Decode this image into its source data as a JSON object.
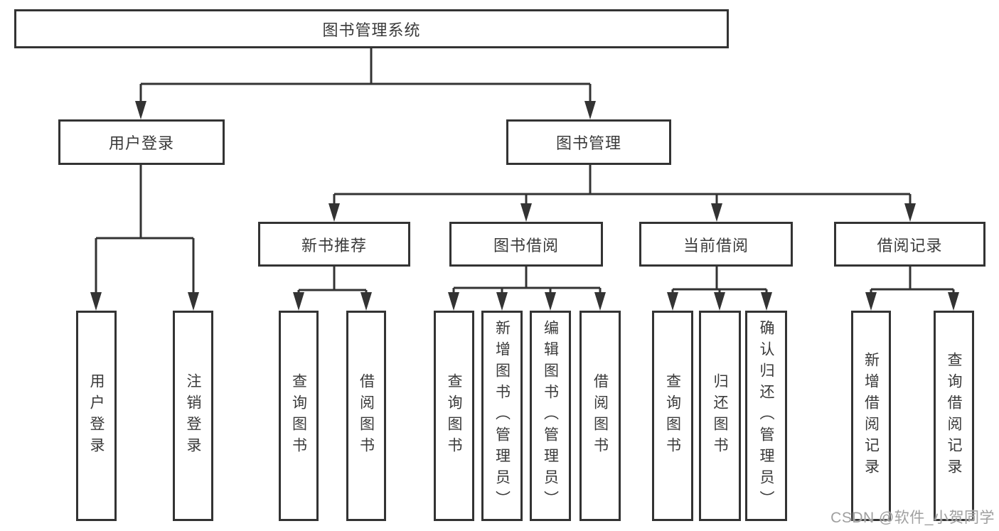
{
  "colors": {
    "line": "#333333",
    "text": "#3a3a3a",
    "background": "#ffffff",
    "watermark": "#9f9f9f"
  },
  "watermark": {
    "text": "CSDN @软件_小贺同学"
  },
  "tree": {
    "root": {
      "label": "图书管理系统"
    },
    "level2": [
      {
        "label": "用户登录",
        "parent": "图书管理系统"
      },
      {
        "label": "图书管理",
        "parent": "图书管理系统"
      }
    ],
    "level3": [
      {
        "label": "新书推荐",
        "parent": "图书管理"
      },
      {
        "label": "图书借阅",
        "parent": "图书管理"
      },
      {
        "label": "当前借阅",
        "parent": "图书管理"
      },
      {
        "label": "借阅记录",
        "parent": "图书管理"
      }
    ],
    "level4": [
      {
        "label": "用户登录",
        "parent": "用户登录"
      },
      {
        "label": "注销登录",
        "parent": "用户登录"
      },
      {
        "label": "查询图书",
        "parent": "新书推荐"
      },
      {
        "label": "借阅图书",
        "parent": "新书推荐"
      },
      {
        "label": "查询图书",
        "parent": "图书借阅"
      },
      {
        "label": "新增图书（管理员）",
        "parent": "图书借阅"
      },
      {
        "label": "编辑图书（管理员）",
        "parent": "图书借阅"
      },
      {
        "label": "借阅图书",
        "parent": "图书借阅"
      },
      {
        "label": "查询图书",
        "parent": "当前借阅"
      },
      {
        "label": "归还图书",
        "parent": "当前借阅"
      },
      {
        "label": "确认归还（管理员）",
        "parent": "当前借阅"
      },
      {
        "label": "新增借阅记录",
        "parent": "借阅记录"
      },
      {
        "label": "查询借阅记录",
        "parent": "借阅记录"
      }
    ]
  }
}
